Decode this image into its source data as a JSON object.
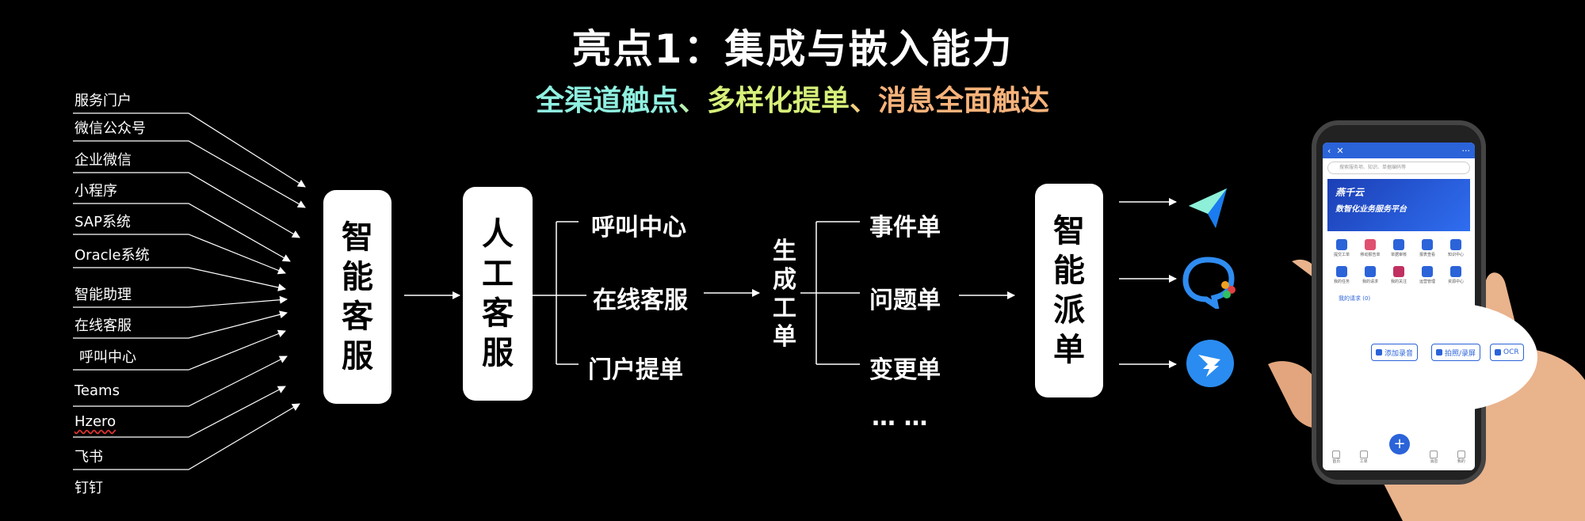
{
  "title": "亮点1：集成与嵌入能力",
  "subtitle": {
    "part1": "全渠道触点",
    "sep1": "、",
    "part2": "多样化提单",
    "sep2": "、",
    "part3": "消息全面触达",
    "colors": [
      "#8ff0e0",
      "#c8f08a",
      "#f7b27a"
    ]
  },
  "sources": [
    "服务门户",
    "微信公众号",
    "企业微信",
    "小程序",
    "SAP系统",
    "Oracle系统",
    "智能助理",
    "在线客服",
    "呼叫中心",
    "Teams",
    "Hzero",
    "飞书",
    "钉钉"
  ],
  "boxes": {
    "smart_service": [
      "智",
      "能",
      "客",
      "服"
    ],
    "manual_service": [
      "人",
      "工",
      "客",
      "服"
    ],
    "smart_dispatch": [
      "智",
      "能",
      "派",
      "单"
    ]
  },
  "channels": [
    "呼叫中心",
    "在线客服",
    "门户提单"
  ],
  "generate_ticket": [
    "生",
    "成",
    "工",
    "单"
  ],
  "ticket_types": [
    "事件单",
    "问题单",
    "变更单",
    "… …"
  ],
  "notify_icons": [
    "paper-plane-icon",
    "chat-bubble-icon",
    "dingtalk-icon"
  ],
  "phone": {
    "search_placeholder": "搜索服务项、知识、单据编码等",
    "banner_line1": "燕千云",
    "banner_line2": "数智化业务服务平台",
    "apps": [
      "提交工单",
      "移动报告单",
      "单据审核",
      "报表查看",
      "知识中心",
      "我的任务",
      "我的请求",
      "我的关注",
      "运营管理",
      "资源中心"
    ],
    "tab": "我的请求 (0)",
    "nav": [
      "首页",
      "工单",
      "消息",
      "我的"
    ],
    "plus": "+"
  },
  "bubble": {
    "record": "添加录音",
    "photo": "拍照/录屏",
    "ocr": "OCR"
  }
}
